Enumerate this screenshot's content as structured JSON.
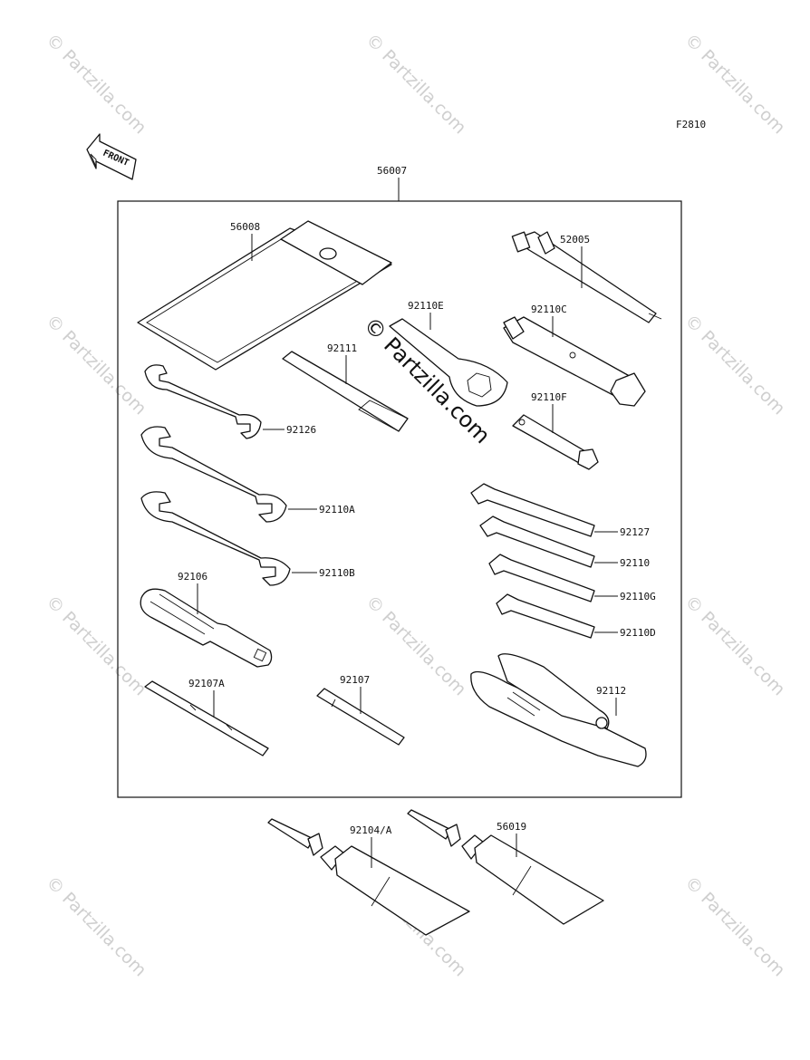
{
  "figure_code": "F2810",
  "front_label": "FRONT",
  "watermark": "© Partzilla.com",
  "center_watermark": "© Partzilla.com",
  "parts": {
    "kit": "56007",
    "pouch": "56008",
    "spark_plug_wrench_handle": "52005",
    "box_wrench_e": "92110E",
    "box_wrench_c": "92110C",
    "bar_92111": "92111",
    "socket_f": "92110F",
    "wrench_92126": "92126",
    "wrench_a": "92110A",
    "wrench_b": "92110B",
    "hex_92127": "92127",
    "hex_92110": "92110",
    "hex_g": "92110G",
    "hex_d": "92110D",
    "driver_handle": "92106",
    "driver_bit_a": "92107A",
    "driver_bit": "92107",
    "pliers": "92112",
    "grease_a": "92104/A",
    "grease_b": "56019"
  }
}
